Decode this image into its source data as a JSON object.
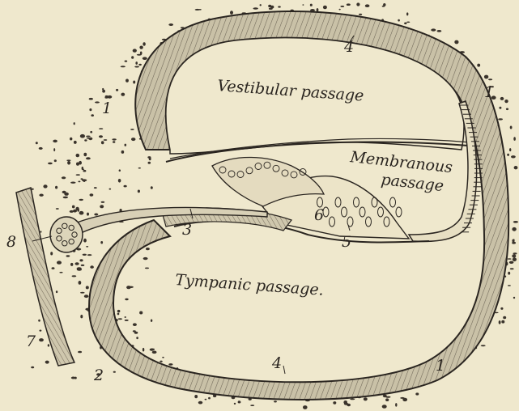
{
  "labels": {
    "vestibular": "Vestibular passage",
    "membranous_1": "Membranous",
    "membranous_2": "passage",
    "tympanic": "Tympanic passage."
  },
  "numbers": {
    "n1_left": "1",
    "n1_right_top": "1",
    "n1_right_bottom": "1",
    "n2": "2",
    "n3": "3",
    "n4_top": "4",
    "n4_bottom": "4",
    "n5": "5",
    "n6": "6",
    "n7": "7",
    "n8": "8"
  },
  "colors": {
    "paper": "#efe8cd",
    "ink": "#2a2520",
    "band": "#b8b09a"
  }
}
